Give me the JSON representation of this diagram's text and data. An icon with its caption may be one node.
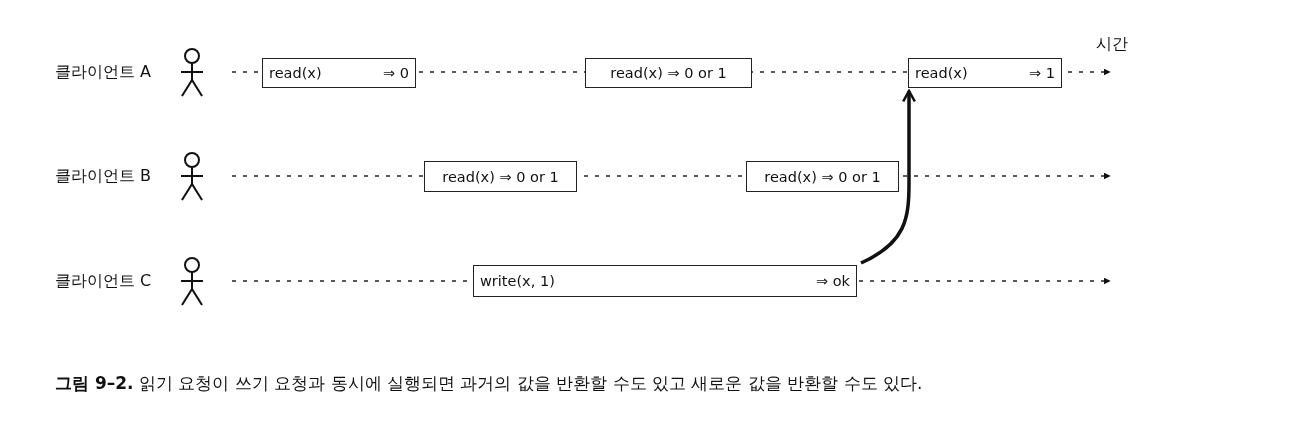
{
  "diagram": {
    "caption": "**그림 9–2.** 읽기 요청이 쓰기 요청과 동시에 실행되면 과거의 값을 반환할 수도 있고 새로운 값을 반환할 수도 있다.",
    "nodes": [
      {
        "text": [
          "read(x)",
          "⇒ 0"
        ]
      },
      {
        "text": [
          "read(x) ⇒ 0 or 1"
        ]
      },
      {
        "text": [
          "read(x)",
          "⇒ 1"
        ]
      },
      {
        "text": [
          "read(x) ⇒ 0 or 1"
        ]
      },
      {
        "text": [
          "read(x) ⇒ 0 or 1"
        ]
      },
      {
        "text": [
          "write(x, 1)",
          "⇒ ok"
        ]
      }
    ],
    "edges": [
      {
        "from": 5,
        "to": 2,
        "arrow": "to"
      }
    ],
    "labels": [
      "시간",
      "클라이언트 A",
      "클라이언트 B",
      "클라이언트 C"
    ]
  }
}
